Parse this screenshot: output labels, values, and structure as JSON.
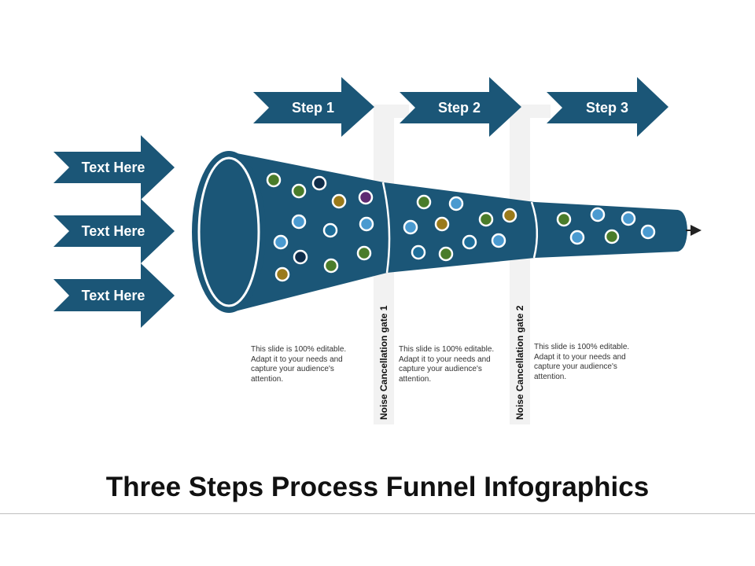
{
  "colors": {
    "primary": "#1b5677",
    "gate_band": "#f2f2f2",
    "bead_green": "#4a7c2a",
    "bead_olive": "#9a7a1a",
    "bead_blue": "#4a9ad0",
    "bead_navy": "#0f2d4a",
    "bead_purple": "#5e2a72",
    "bead_teal": "#1e6e9a"
  },
  "steps": [
    {
      "label": "Step 1"
    },
    {
      "label": "Step 2"
    },
    {
      "label": "Step 3"
    }
  ],
  "inputs": [
    {
      "label": "Text Here"
    },
    {
      "label": "Text Here"
    },
    {
      "label": "Text Here"
    }
  ],
  "gates": [
    {
      "label": "Noise Cancellation gate 1"
    },
    {
      "label": "Noise Cancellation gate 2"
    }
  ],
  "descriptions": [
    {
      "text": "This slide is 100% editable.  Adapt it to your needs and capture your audience's attention."
    },
    {
      "text": "This slide is 100% editable.  Adapt it to your needs and capture your audience's attention."
    },
    {
      "text": "This slide is 100% editable.  Adapt it to your needs and capture your audience's attention."
    }
  ],
  "title": "Three Steps Process Funnel Infographics"
}
